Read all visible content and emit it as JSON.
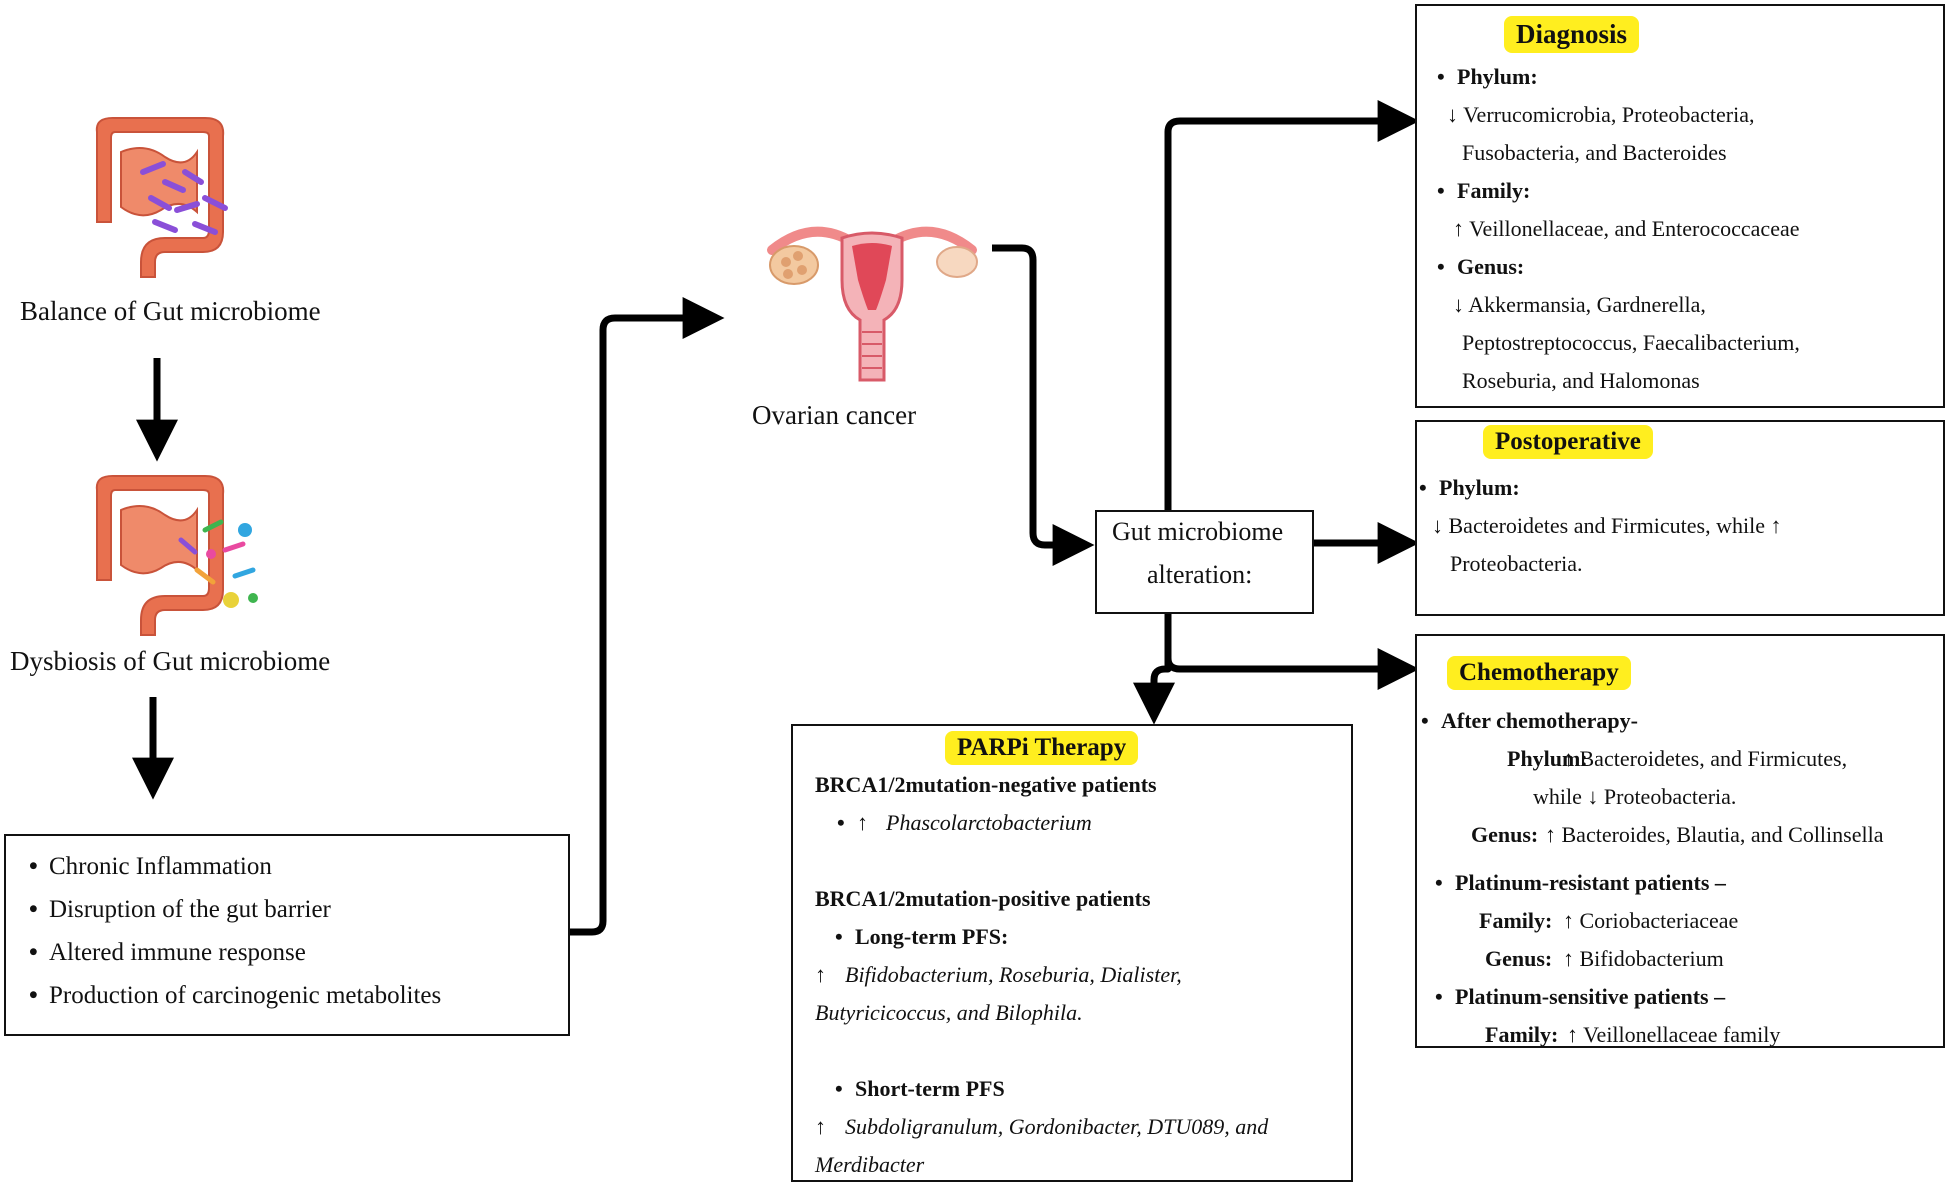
{
  "left": {
    "balance_label": "Balance of Gut microbiome",
    "dysbiosis_label": "Dysbiosis of Gut microbiome",
    "effects": [
      "Chronic Inflammation",
      "Disruption of the gut barrier",
      "Altered immune response",
      "Production of carcinogenic metabolites"
    ]
  },
  "center": {
    "ovarian_label": "Ovarian cancer",
    "alteration_line1": "Gut microbiome",
    "alteration_line2": "alteration:"
  },
  "diagnosis": {
    "title": "Diagnosis",
    "phylum_heading": "Phylum:",
    "phylum_line1": "↓ Verrucomicrobia, Proteobacteria,",
    "phylum_line2": "Fusobacteria, and Bacteroides",
    "family_heading": "Family:",
    "family_line1": "↑ Veillonellaceae, and Enterococcaceae",
    "genus_heading": "Genus:",
    "genus_line1": "↓ Akkermansia, Gardnerella,",
    "genus_line2": "Peptostreptococcus, Faecalibacterium,",
    "genus_line3": "Roseburia, and Halomonas"
  },
  "postoperative": {
    "title": "Postoperative",
    "phylum_heading": "Phylum:",
    "line1": "↓ Bacteroidetes and Firmicutes, while ↑",
    "line2": "Proteobacteria."
  },
  "chemotherapy": {
    "title": "Chemotherapy",
    "after_heading": "After chemotherapy-",
    "phylum_label": "Phylum:",
    "phylum_value": "↑ Bacteroidetes, and Firmicutes,",
    "phylum_value2": "while ↓ Proteobacteria.",
    "genus_label": "Genus:",
    "genus_value": "↑ Bacteroides, Blautia, and Collinsella",
    "resistant_heading": "Platinum-resistant patients –",
    "resistant_family_label": "Family:",
    "resistant_family_value": "↑ Coriobacteriaceae",
    "resistant_genus_label": "Genus:",
    "resistant_genus_value": "↑ Bifidobacterium",
    "sensitive_heading": "Platinum-sensitive patients –",
    "sensitive_family_label": "Family:",
    "sensitive_family_value": "↑ Veillonellaceae family"
  },
  "parpi": {
    "title": "PARPi Therapy",
    "neg_heading": "BRCA1/2mutation-negative patients",
    "neg_arrow": "↑",
    "neg_value": "Phascolarctobacterium",
    "pos_heading": "BRCA1/2mutation-positive patients",
    "long_heading": "Long-term PFS:",
    "long_arrow": "↑",
    "long_line1": "Bifidobacterium, Roseburia, Dialister,",
    "long_line2": "Butyricicoccus, and Bilophila.",
    "short_heading": "Short-term PFS",
    "short_arrow": "↑",
    "short_line1": "Subdoligranulum, Gordonibacter, DTU089, and",
    "short_line2": "Merdibacter"
  },
  "colors": {
    "highlight": "#ffee1f",
    "line": "#000000",
    "intestine": "#e8704f",
    "uterus": "#e04858"
  }
}
